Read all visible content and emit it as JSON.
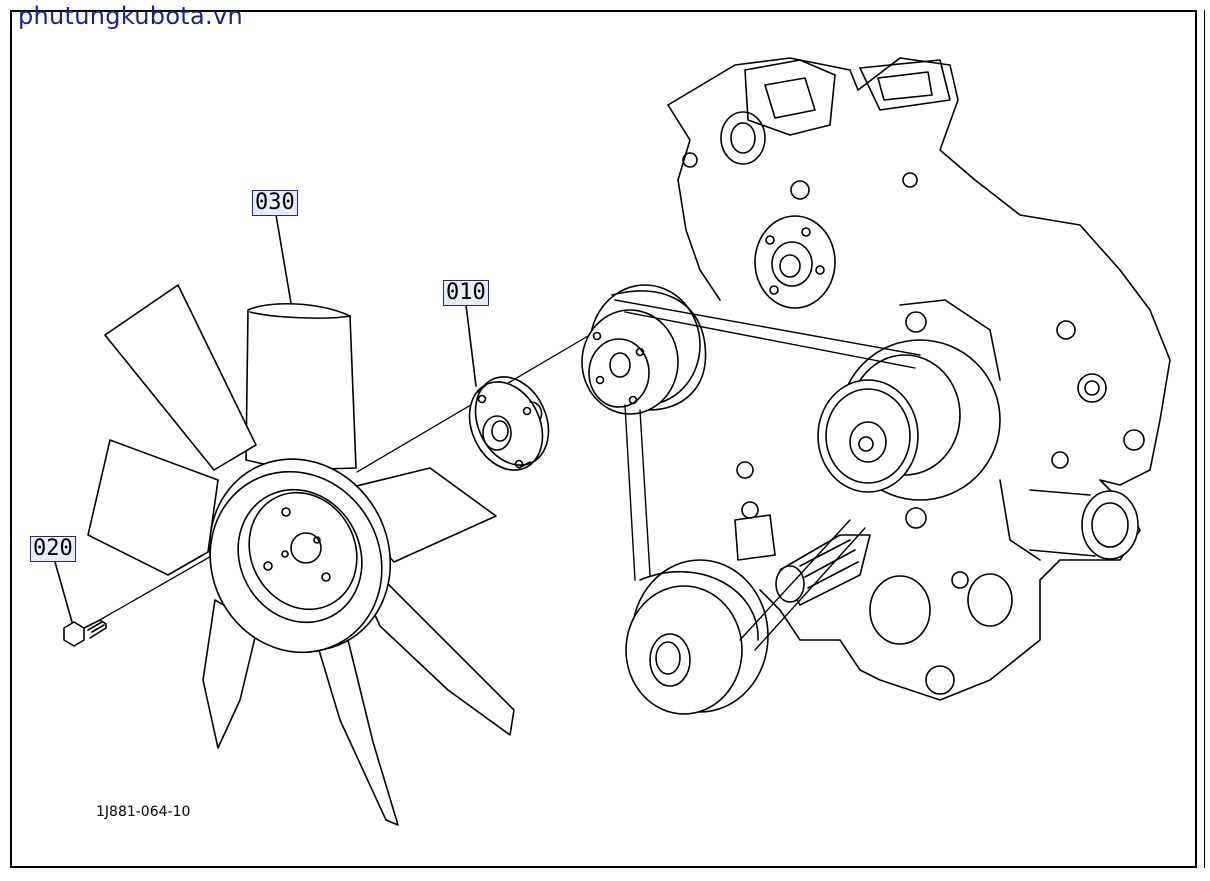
{
  "site": {
    "watermark": "phutungkubota.vn"
  },
  "callouts": [
    {
      "id": "part-030",
      "label": "030"
    },
    {
      "id": "part-010",
      "label": "010"
    },
    {
      "id": "part-020",
      "label": "020"
    }
  ],
  "drawing": {
    "number": "1J881-064-10"
  },
  "colors": {
    "line": "#000000",
    "watermark": "#1b1f8a",
    "callout_border": "#1b2a8a",
    "callout_fill": "#e8ecf8"
  }
}
